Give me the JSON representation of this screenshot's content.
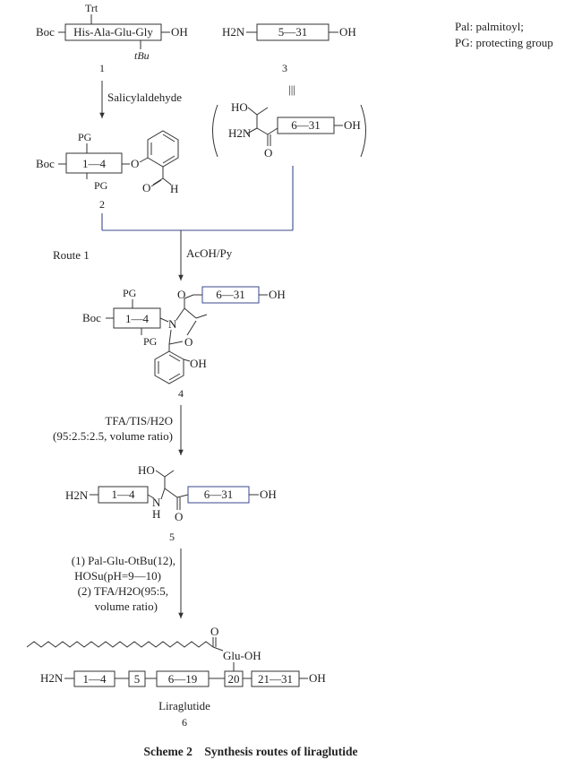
{
  "legend": {
    "pal": "Pal: palmitoyl;",
    "pg": "PG: protecting group"
  },
  "compound1": {
    "number": "1",
    "protecting_top": "Trt",
    "left_group": "Boc",
    "sequence": "His-Ala-Glu-Gly",
    "right_group": "OH",
    "protecting_bottom": "tBu"
  },
  "compound3": {
    "number": "3",
    "left_group": "H2N",
    "segment": "5—31",
    "right_group": "OH",
    "equivalence": "|||",
    "alt_segment": "6—31",
    "alt_ho": "HO",
    "alt_h2n": "H2N",
    "alt_o": "O",
    "alt_oh": "OH"
  },
  "step1": {
    "reagent": "Salicylaldehyde"
  },
  "compound2": {
    "number": "2",
    "left_group": "Boc",
    "segment": "1—4",
    "pg_top": "PG",
    "pg_bottom": "PG",
    "o_link": "O",
    "aldehyde_o": "O",
    "aldehyde_h": "H"
  },
  "step2": {
    "route": "Route 1",
    "reagent": "AcOH/Py"
  },
  "compound4": {
    "number": "4",
    "left_group": "Boc",
    "segment": "1—4",
    "pg_top": "PG",
    "pg_bottom": "PG",
    "n_label": "N",
    "o_ring": "O",
    "o_keto": "O",
    "segment2": "6—31",
    "right_group": "OH",
    "phenol_oh": "OH"
  },
  "step3": {
    "reagent_line1": "TFA/TIS/H2O",
    "reagent_line2": "(95:2.5:2.5, volume ratio)"
  },
  "compound5": {
    "number": "5",
    "left_group": "H2N",
    "segment": "1—4",
    "ho": "HO",
    "n": "N",
    "h": "H",
    "o": "O",
    "segment2": "6—31",
    "right_group": "OH"
  },
  "step4": {
    "line1": "(1) Pal-Glu-OtBu(12),",
    "line2": "HOSu(pH=9—10)",
    "line3": "(2) TFA/H2O(95:5,",
    "line4": "volume ratio)"
  },
  "compound6": {
    "number": "6",
    "name": "Liraglutide",
    "left_group": "H2N",
    "seg1": "1—4",
    "seg2": "5",
    "seg3": "6—19",
    "seg4": "20",
    "seg5": "21—31",
    "right_group": "OH",
    "glu": "Glu-OH",
    "o": "O"
  },
  "caption": "Scheme 2    Synthesis routes of liraglutide"
}
